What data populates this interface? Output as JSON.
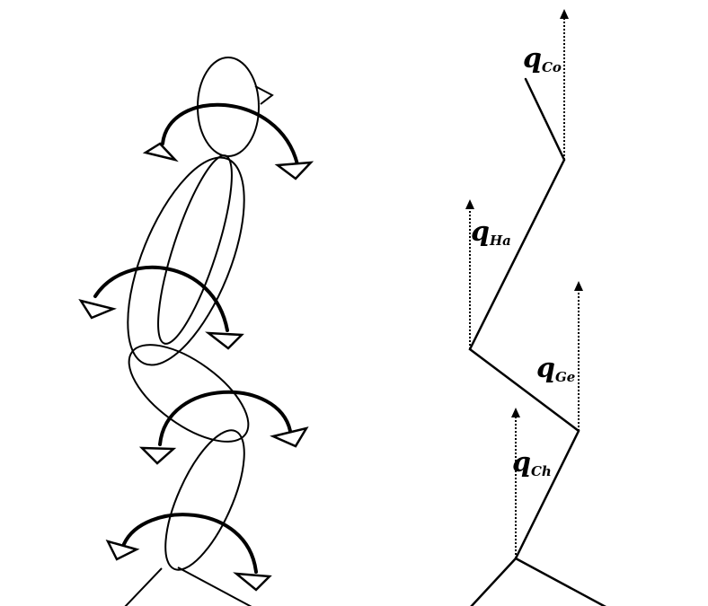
{
  "figure": {
    "angle_labels": [
      {
        "symbol": "q",
        "subscript": "Co"
      },
      {
        "symbol": "q",
        "subscript": "Ha"
      },
      {
        "symbol": "q",
        "subscript": "Ge"
      },
      {
        "symbol": "q",
        "subscript": "Ch"
      }
    ]
  }
}
